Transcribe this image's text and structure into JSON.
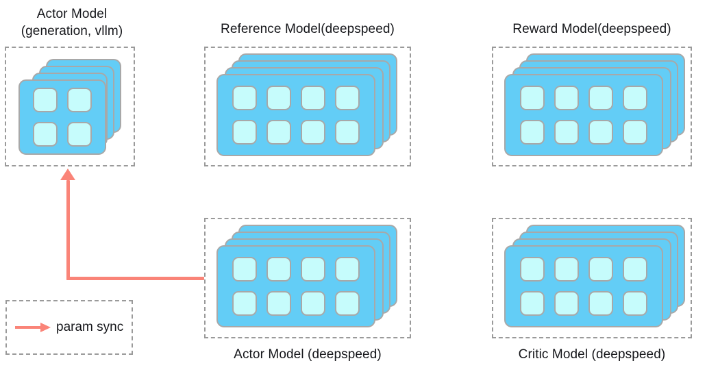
{
  "diagram": {
    "title": "RLHF model placement diagram",
    "colors": {
      "card_fill": "#63cdf6",
      "cell_fill": "#c6fcfc",
      "card_border": "#a8a8a8",
      "group_border": "#9a9a9a",
      "arrow": "#fa8478",
      "text": "#15161a",
      "background": "#ffffff"
    },
    "groups": [
      {
        "id": "actor-generation",
        "label": "Actor Model\n(generation, vllm)",
        "label_position": "above",
        "cards": 4,
        "cells_per_card": 4,
        "cell_columns": 2,
        "cell_rows": 2
      },
      {
        "id": "reference-model",
        "label": "Reference Model(deepspeed)",
        "label_position": "above",
        "cards": 4,
        "cells_per_card": 8,
        "cell_columns": 4,
        "cell_rows": 2
      },
      {
        "id": "reward-model",
        "label": "Reward Model(deepspeed)",
        "label_position": "above",
        "cards": 4,
        "cells_per_card": 8,
        "cell_columns": 4,
        "cell_rows": 2
      },
      {
        "id": "actor-deepspeed",
        "label": "Actor Model (deepspeed)",
        "label_position": "below",
        "cards": 4,
        "cells_per_card": 8,
        "cell_columns": 4,
        "cell_rows": 2
      },
      {
        "id": "critic-model",
        "label": "Critic Model (deepspeed)",
        "label_position": "below",
        "cards": 4,
        "cells_per_card": 8,
        "cell_columns": 4,
        "cell_rows": 2
      }
    ],
    "connector": {
      "id": "param-sync-arrow",
      "from": "actor-deepspeed",
      "to": "actor-generation",
      "color": "#fa8478",
      "style": "elbow-arrow"
    },
    "legend": {
      "items": [
        {
          "icon": "arrow-right-icon",
          "label": "param sync",
          "color": "#fa8478"
        }
      ]
    }
  }
}
